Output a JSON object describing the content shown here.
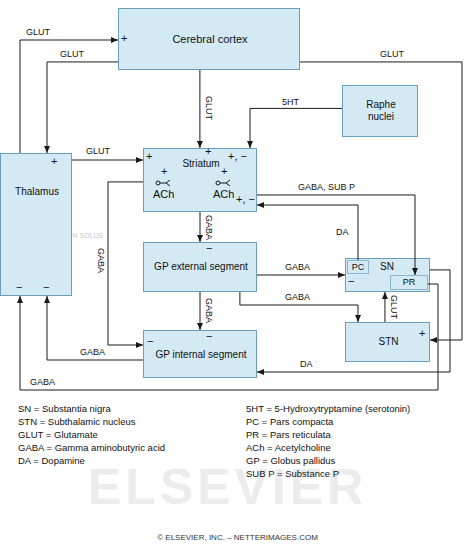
{
  "diagram": {
    "nodes": [
      {
        "text": [
          "Cerebral cortex"
        ]
      },
      {
        "text": [
          "Raphe nuclei"
        ]
      },
      {
        "text": [
          "Thalamus"
        ]
      },
      {
        "text": [
          "Striatum"
        ]
      },
      {
        "text": [
          "GP external segment"
        ]
      },
      {
        "text": [
          "SN"
        ]
      },
      {
        "text": [
          "PC"
        ],
        "in": 5
      },
      {
        "text": [
          "PR"
        ],
        "in": 5
      },
      {
        "text": [
          "GP internal segment"
        ]
      },
      {
        "text": [
          "STN"
        ]
      }
    ],
    "edges": [
      {
        "from": 2,
        "to": 0,
        "label": "GLUT",
        "arrow": "to"
      },
      {
        "from": 0,
        "to": 2,
        "label": "GLUT",
        "arrow": "to"
      },
      {
        "from": 0,
        "to": 3,
        "label": "GLUT",
        "arrow": "to"
      },
      {
        "from": 0,
        "to": 9,
        "label": "GLUT",
        "arrow": "to"
      },
      {
        "from": 2,
        "to": 3,
        "label": "GLUT",
        "arrow": "to"
      },
      {
        "from": 1,
        "to": 3,
        "label": "5HT",
        "arrow": "to"
      },
      {
        "from": 3,
        "to": 4,
        "label": "GABA",
        "arrow": "to"
      },
      {
        "from": 3,
        "to": 8,
        "label": "GABA",
        "arrow": "to"
      },
      {
        "from": 3,
        "to": 7,
        "label": "GABA, SUB P",
        "arrow": "to"
      },
      {
        "from": 6,
        "to": 3,
        "label": "DA",
        "arrow": "to"
      },
      {
        "from": 4,
        "to": 8,
        "label": "GABA",
        "arrow": "to"
      },
      {
        "from": 4,
        "to": 9,
        "label": "GABA",
        "arrow": "to"
      },
      {
        "from": 4,
        "to": 5,
        "label": "GABA",
        "arrow": "to"
      },
      {
        "from": 9,
        "to": 5,
        "label": "GLUT",
        "arrow": "to"
      },
      {
        "from": 5,
        "to": 8,
        "label": "DA",
        "arrow": "to"
      },
      {
        "from": 7,
        "to": 2,
        "label": "GABA",
        "arrow": "to"
      },
      {
        "from": 8,
        "to": 2,
        "label": "GABA",
        "arrow": "to"
      }
    ],
    "labels": [
      "+",
      "+",
      "+",
      "+",
      "+",
      "+",
      "ACh",
      "ACh",
      "+, −",
      "+, −",
      "−",
      "−",
      "−",
      "−",
      "−",
      "−",
      "+",
      "NON SOLUS",
      "ELSEVIER",
      "© ELSEVIER, INC. – NETTERIMAGES.COM"
    ],
    "legend": [
      {
        "text": "SN = Substantia nigra"
      },
      {
        "text": "STN = Subthalamic nucleus"
      },
      {
        "text": "GLUT = Glutamate"
      },
      {
        "text": "GABA = Gamma aminobutyric acid"
      },
      {
        "text": "DA = Dopamine"
      },
      {
        "text": "5HT = 5-Hydroxytryptamine (serotonin)"
      },
      {
        "text": "PC = Pars compacta"
      },
      {
        "text": "PR = Pars reticulata"
      },
      {
        "text": "ACh = Acetylcholine"
      },
      {
        "text": "GP = Globus pallidus"
      },
      {
        "text": "SUB P = Substance P"
      }
    ]
  }
}
